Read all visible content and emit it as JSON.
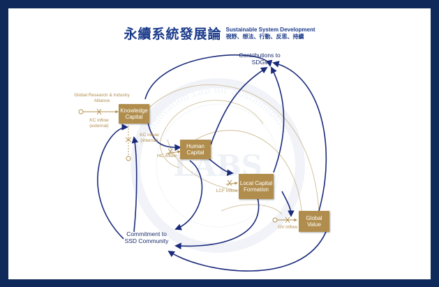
{
  "header": {
    "title_zh": "永續系統發展論",
    "title_en": "Sustainable System Development",
    "subtitle_zh": "視野、想法、行動、反思、持續"
  },
  "stocks": {
    "knowledge": "Knowledge Capital",
    "human": "Human Capital",
    "local": "Local Capital Formation",
    "global": "Global Value"
  },
  "flows": {
    "global_research": "Global Research & Industry Alliance",
    "kc_external": "KC inflow (external)",
    "kc_internal": "KC inflow (internal)",
    "hc_inflow": "HC inflow",
    "lcf_inflow": "LCF inflow",
    "gv_inflow": "GV inflow"
  },
  "outcomes": {
    "contributions": "Contributions to SDGs",
    "commitment": "Commitment to SSD Community"
  },
  "watermark": {
    "arc_text": "Innovation Lab for Sustainability",
    "center": "LABS"
  },
  "colors": {
    "navy": "#0f2a5a",
    "arrow_blue": "#1a2a7a",
    "gold": "#b08d4c",
    "title_blue": "#1a3a8a"
  }
}
